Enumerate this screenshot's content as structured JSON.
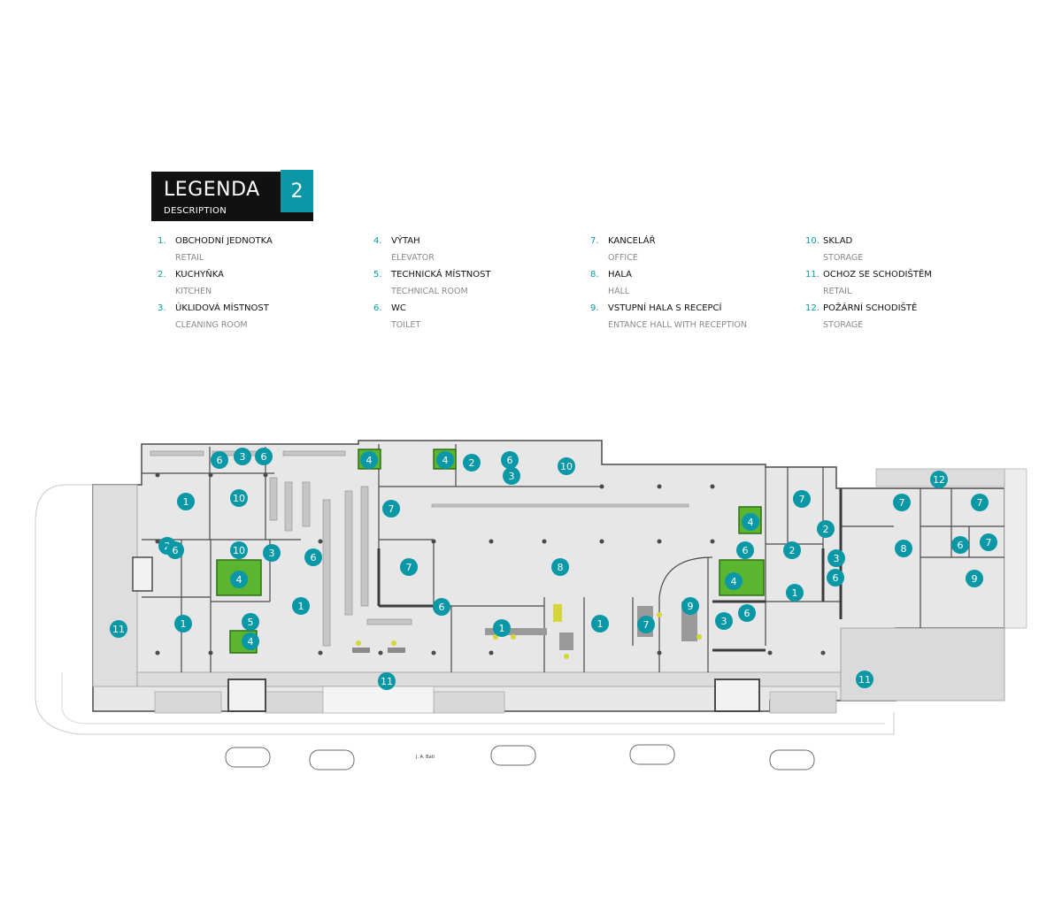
{
  "header": {
    "title": "LEGENDA",
    "subtitle": "DESCRIPTION",
    "floor": "2"
  },
  "legend": [
    {
      "num": "1.",
      "cz": "OBCHODNÍ JEDNOTKA",
      "en": "RETAIL"
    },
    {
      "num": "2.",
      "cz": "KUCHYŇKA",
      "en": "KITCHEN"
    },
    {
      "num": "3.",
      "cz": "ÚKLIDOVÁ MÍSTNOST",
      "en": "CLEANING ROOM"
    },
    {
      "num": "4.",
      "cz": "VÝTAH",
      "en": "ELEVATOR"
    },
    {
      "num": "5.",
      "cz": "TECHNICKÁ MÍSTNOST",
      "en": "TECHNICAL ROOM"
    },
    {
      "num": "6.",
      "cz": "WC",
      "en": "TOILET"
    },
    {
      "num": "7.",
      "cz": "KANCELÁŘ",
      "en": "OFFICE"
    },
    {
      "num": "8.",
      "cz": "HALA",
      "en": "HALL"
    },
    {
      "num": "9.",
      "cz": "VSTUPNÍ HALA S RECEPCÍ",
      "en": "ENTANCE HALL WITH RECEPTION"
    },
    {
      "num": "10.",
      "cz": "SKLAD",
      "en": "STORAGE"
    },
    {
      "num": "11.",
      "cz": "OCHOZ SE SCHODIŠTĚM",
      "en": "RETAIL"
    },
    {
      "num": "12.",
      "cz": "POŽÁRNÍ SCHODIŠTĚ",
      "en": "STORAGE"
    }
  ],
  "plan": {
    "street_name": "J. A. Bati",
    "markers": [
      "1",
      "2",
      "3",
      "4",
      "5",
      "6",
      "7",
      "8",
      "9",
      "10",
      "11",
      "12"
    ]
  },
  "colors": {
    "accent": "#0a97a6",
    "elevator": "#5cb531",
    "floor": "#e7e7e7",
    "wall": "#4a4a4a",
    "header_bg": "#111111"
  }
}
